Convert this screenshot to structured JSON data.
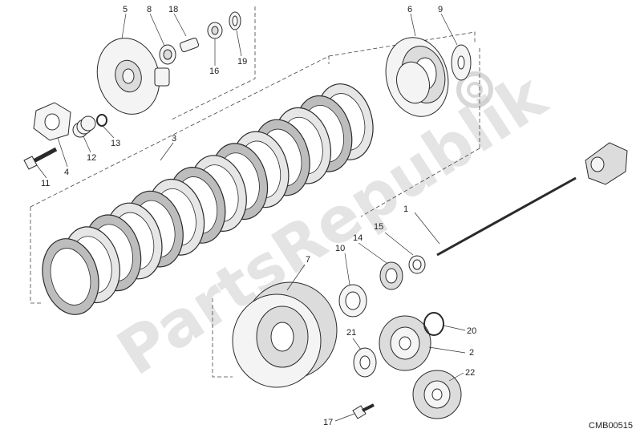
{
  "diagram": {
    "drawing_code": "CMB00515",
    "watermark": "PartsRepublik",
    "callouts": [
      "1",
      "2",
      "3",
      "4",
      "5",
      "6",
      "7",
      "8",
      "9",
      "10",
      "11",
      "12",
      "13",
      "14",
      "15",
      "16",
      "17",
      "18",
      "19",
      "20",
      "21",
      "22"
    ]
  }
}
